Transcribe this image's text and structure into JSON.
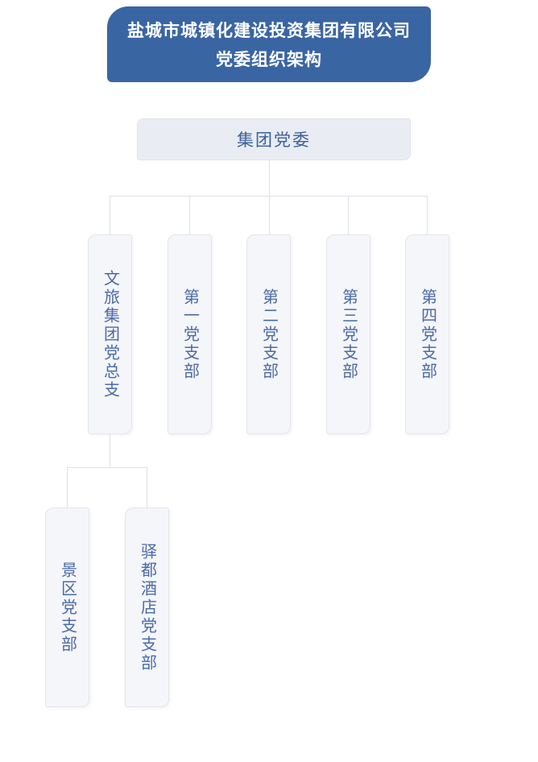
{
  "title": {
    "line1": "盐城市城镇化建设投资集团有限公司",
    "line2": "党委组织架构"
  },
  "root": {
    "label": "集团党委"
  },
  "level1": [
    {
      "label": "文旅集团党总支"
    },
    {
      "label": "第一党支部"
    },
    {
      "label": "第二党支部"
    },
    {
      "label": "第三党支部"
    },
    {
      "label": "第四党支部"
    }
  ],
  "level2": [
    {
      "label": "景区党支部"
    },
    {
      "label": "驿都酒店党支部"
    }
  ],
  "colors": {
    "title_bg": "#3a65a3",
    "title_text": "#ffffff",
    "root_bg": "#e9edf3",
    "root_border": "#dfe3ea",
    "root_text": "#3b5f9b",
    "node_bg": "#f5f6fa",
    "node_border": "#e3e6ec",
    "node_text": "#4a6ba8",
    "connector_line": "#dde0e6"
  }
}
